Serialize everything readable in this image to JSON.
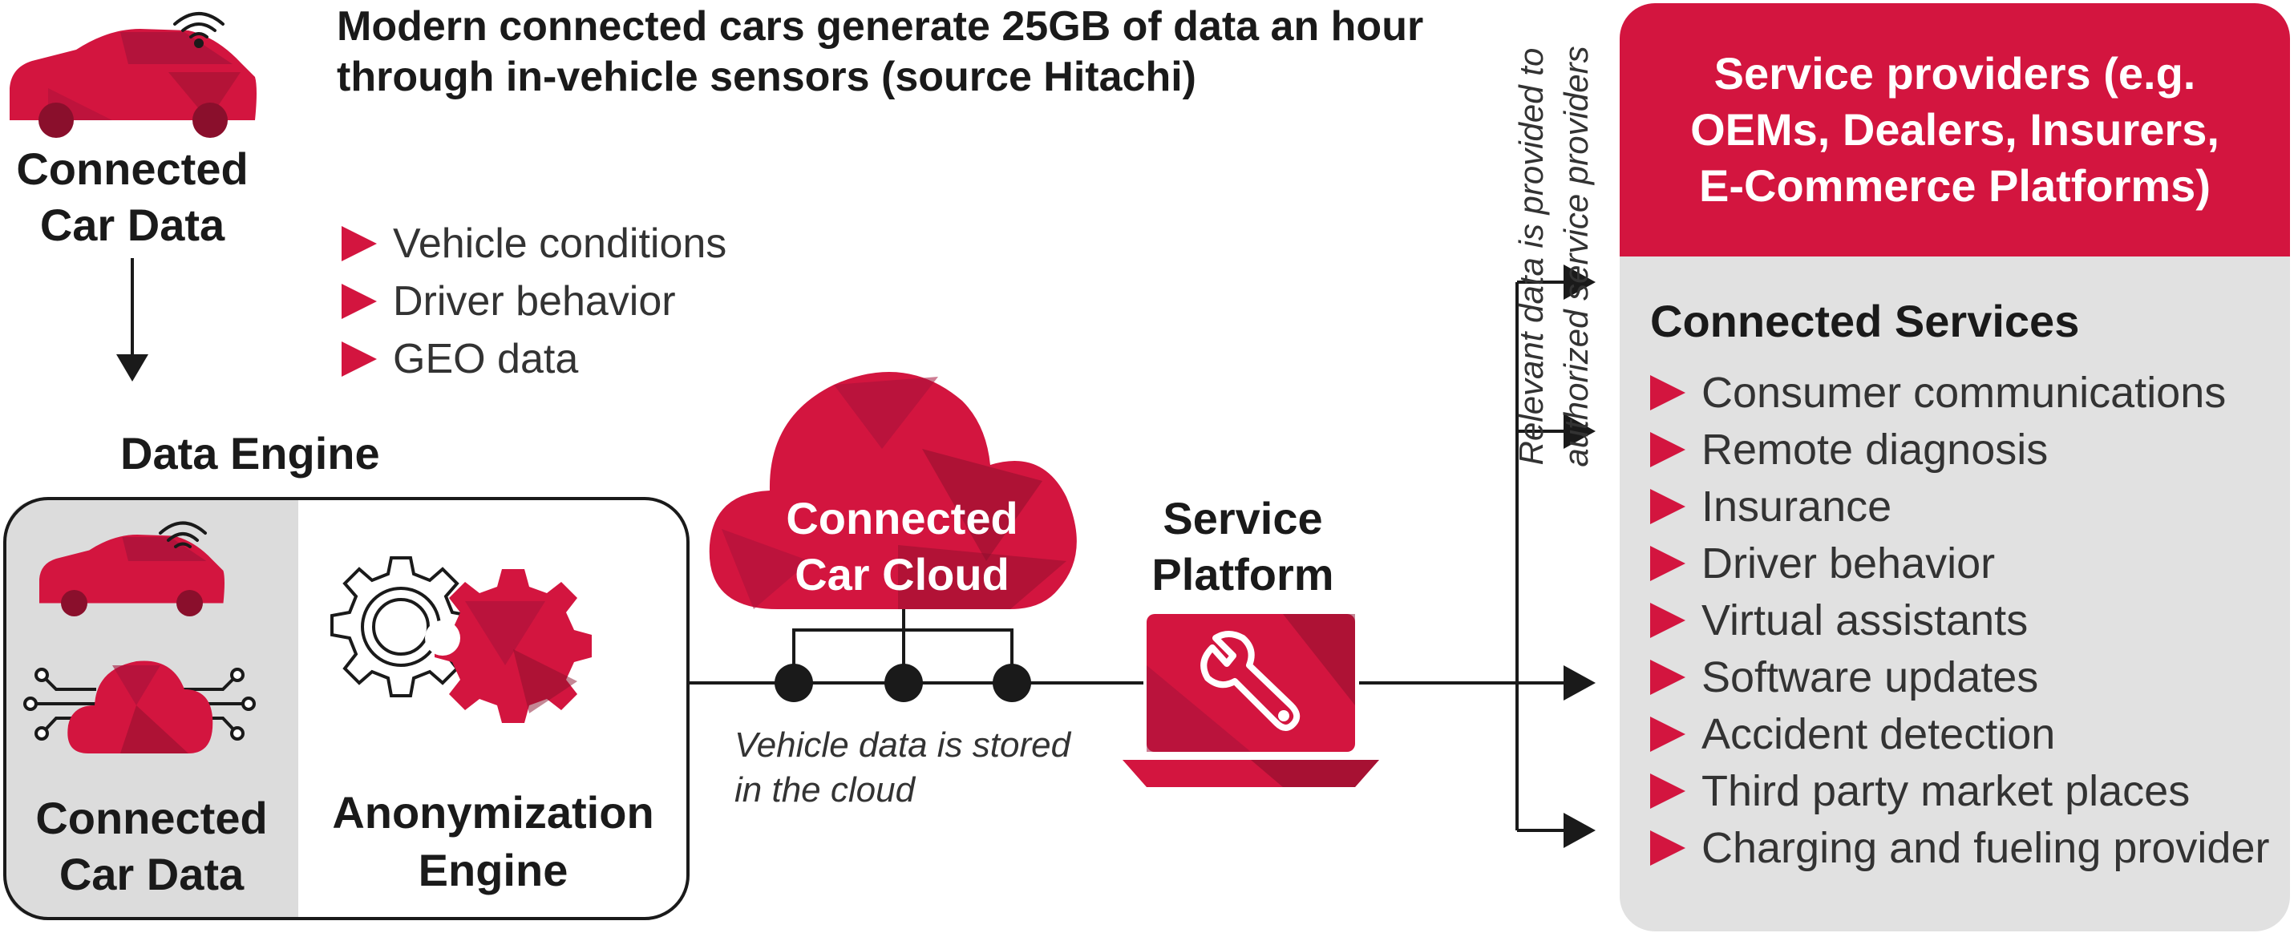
{
  "headline": "Modern connected cars generate 25GB of data an hour through in-vehicle sensors (source Hitachi)",
  "top_left_label": "Connected Car Data",
  "top_bullets": [
    "Vehicle conditions",
    "Driver behavior",
    "GEO data"
  ],
  "data_engine": {
    "title": "Data Engine",
    "left_label": "Connected Car Data",
    "right_label": "Anonymization Engine"
  },
  "cloud_label": "Connected Car Cloud",
  "cloud_note": "Vehicle data is stored in the cloud",
  "service_platform_label": "Service Platform",
  "vertical_note": "Relevant data is provided to authorized service providers",
  "service_providers": "Service providers (e.g. OEMs, Dealers, Insurers, E-Commerce Platforms)",
  "connected_services": {
    "title": "Connected Services",
    "items": [
      "Consumer communications",
      "Remote diagnosis",
      "Insurance",
      "Driver behavior",
      "Virtual assistants",
      "Software updates",
      "Accident detection",
      "Third party market places",
      "Charging and fueling provider"
    ]
  },
  "colors": {
    "accent": "#d3153f",
    "accent_dark": "#9a1232",
    "panel_gray": "#e1e1e1",
    "engine_gray": "#dcdcdc",
    "text": "#1a1a1a"
  },
  "icons": [
    "car-icon",
    "wifi-icon",
    "down-arrow-icon",
    "cloud-chip-icon",
    "gears-icon",
    "cloud-icon",
    "laptop-wrench-icon",
    "right-arrow-icon",
    "bullet-triangle-icon"
  ]
}
